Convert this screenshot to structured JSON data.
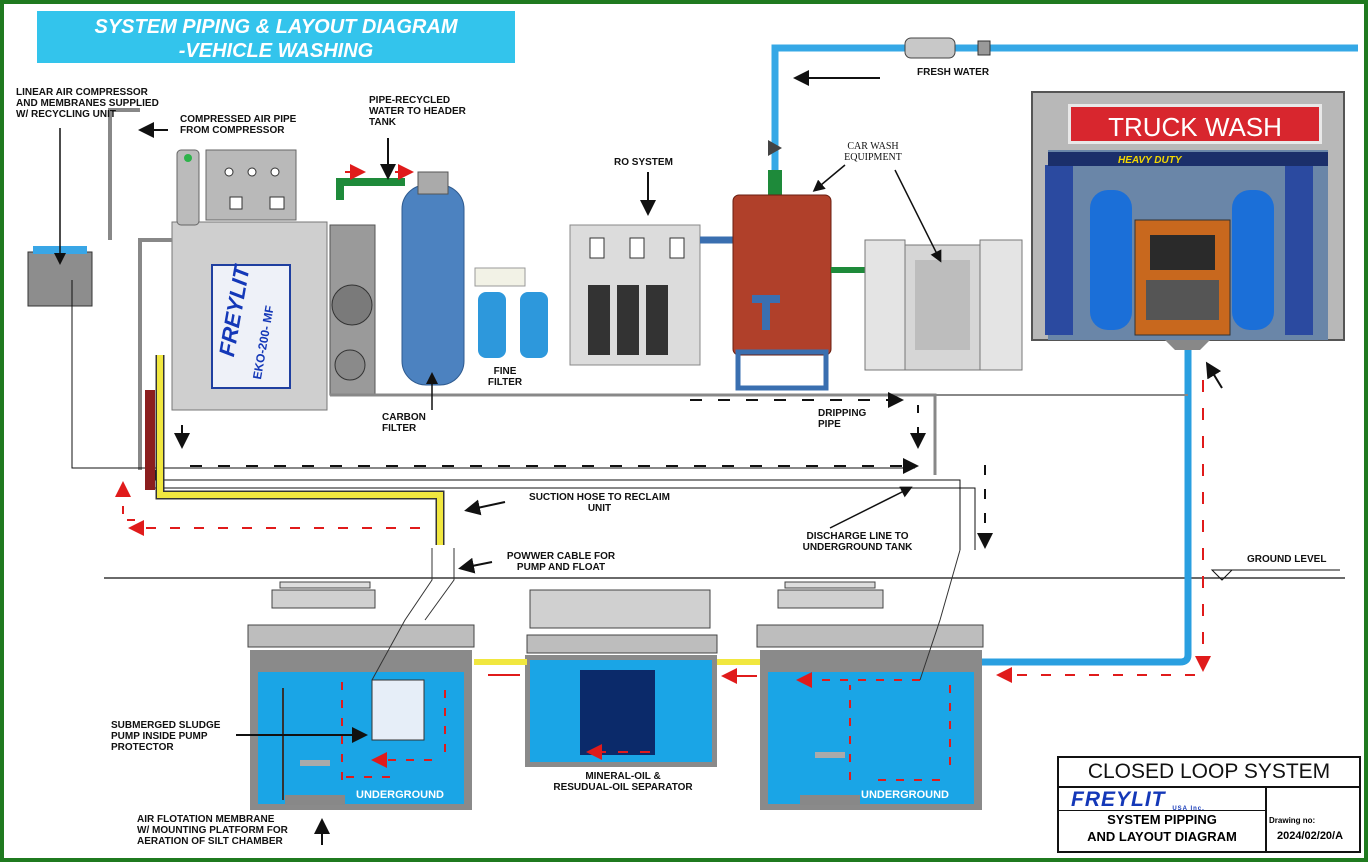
{
  "title": {
    "line1": "SYSTEM PIPING & LAYOUT DIAGRAM",
    "line2": "-VEHICLE WASHING"
  },
  "labels": {
    "compressor": "LINEAR AIR COMPRESSOR\nAND MEMBRANES SUPPLIED\nW/ RECYCLING UNIT",
    "air_pipe": "COMPRESSED AIR PIPE\nFROM COMPRESSOR",
    "pipe_recycled": "PIPE-RECYCLED\nWATER TO HEADER\nTANK",
    "ro_system": "RO SYSTEM",
    "fresh_water": "FRESH WATER",
    "car_wash_equipment": "CAR WASH\nEQUIPMENT",
    "fine_filter": "FINE\nFILTER",
    "carbon_filter": "CARBON\nFILTER",
    "dripping_pipe": "DRIPPING\nPIPE",
    "suction_hose": "SUCTION HOSE TO RECLAIM\nUNIT",
    "discharge_line": "DISCHARGE LINE TO\nUNDERGROUND TANK",
    "power_cable": "POWWER CABLE FOR\nPUMP AND FLOAT",
    "ground_level": "GROUND LEVEL",
    "sludge_pump": "SUBMERGED SLUDGE\nPUMP INSIDE PUMP\nPROTECTOR",
    "separator": "MINERAL-OIL &\nRESUDUAL-OIL SEPARATOR",
    "membrane": "AIR FLOTATION MEMBRANE\nW/ MOUNTING PLATFORM FOR\nAERATION OF SILT CHAMBER",
    "underground_left": "UNDERGROUND",
    "underground_right": "UNDERGROUND"
  },
  "machine": {
    "brand": "FREYLIT",
    "model": "EKO-200- MF"
  },
  "truck_wash": {
    "sign": "TRUCK WASH",
    "badge": "HEAVY DUTY"
  },
  "title_block": {
    "heading": "CLOSED LOOP SYSTEM",
    "brand": "FREYLIT",
    "brand_suffix": "USA Inc.",
    "name": "SYSTEM PIPPING\nAND LAYOUT DIAGRAM",
    "drawing_label": "Drawing no:",
    "drawing_no": "2024/02/20/A"
  },
  "colors": {
    "border": "#1f7a1f",
    "title_bg": "#33c4ec",
    "water": "#2a9fe0",
    "flow_arrow": "#e01b1b",
    "fresh_pipe": "#35a8e6",
    "suction_hose": "#f1e73f",
    "header_tank": "#b0402a"
  }
}
